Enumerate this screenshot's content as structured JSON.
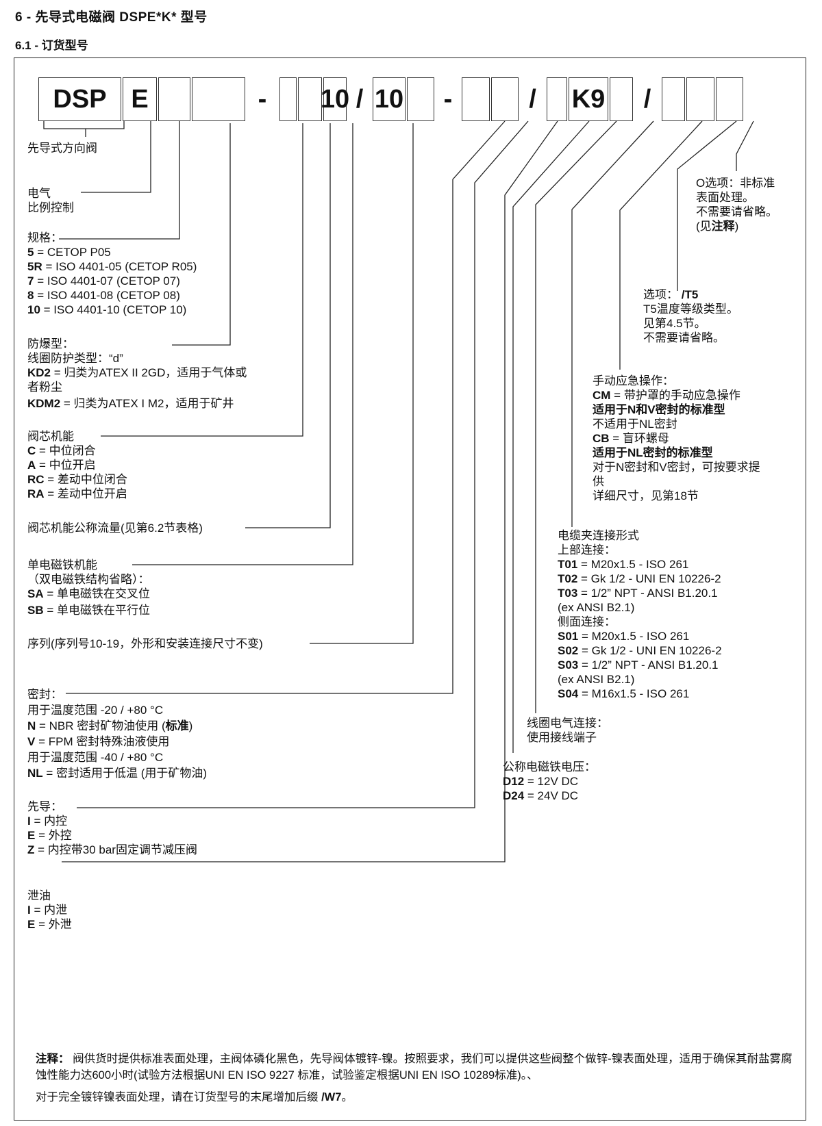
{
  "header": {
    "title": "6 - 先导式电磁阀  DSPE*K*  型号",
    "subtitle": "6.1 - 订货型号"
  },
  "code_boxes": [
    {
      "text": "DSP"
    },
    {
      "text": "E"
    },
    {
      "text": ""
    },
    {
      "text": ""
    },
    {
      "text": ""
    },
    {
      "text": ""
    },
    {
      "text": "10"
    },
    {
      "text": ""
    },
    {
      "text": ""
    },
    {
      "text": ""
    },
    {
      "text": "K9"
    },
    {
      "text": ""
    },
    {
      "text": ""
    },
    {
      "text": ""
    },
    {
      "text": ""
    }
  ],
  "code_separators": [
    "-",
    "/",
    "-",
    "/",
    "/"
  ],
  "left_blocks": {
    "pilot_valve": {
      "lines": [
        "先导式方向阀"
      ]
    },
    "electric": {
      "lines": [
        "电气",
        "比例控制"
      ]
    },
    "size": {
      "heading": "规格：",
      "items": [
        {
          "code": "5",
          "text": " = CETOP P05"
        },
        {
          "code": "5R",
          "text": " = ISO 4401-05 (CETOP R05)"
        },
        {
          "code": "7",
          "text": " = ISO 4401-07 (CETOP 07)"
        },
        {
          "code": "8",
          "text": " = ISO 4401-08 (CETOP 08)"
        },
        {
          "code": "10",
          "text": " = ISO 4401-10 (CETOP 10)"
        }
      ]
    },
    "explosion": {
      "heading": "防爆型：",
      "line2": "线圈防护类型：“d”",
      "kd2_code": "KD2",
      "kd2_text": " = 归类为ATEX II 2GD，适用于气体或",
      "kd2_text2": "者粉尘",
      "kdm2_code": "KDM2",
      "kdm2_text": " = 归类为ATEX I M2，适用于矿井"
    },
    "spool": {
      "heading": "阀芯机能",
      "items": [
        {
          "code": "C",
          "text": " = 中位闭合"
        },
        {
          "code": "A",
          "text": " = 中位开启"
        },
        {
          "code": "RC",
          "text": " = 差动中位闭合"
        },
        {
          "code": "RA",
          "text": " = 差动中位开启"
        }
      ]
    },
    "flow": {
      "lines": [
        "阀芯机能公称流量(见第6.2节表格)"
      ]
    },
    "solenoid": {
      "heading": "单电磁铁机能",
      "line2": "（双电磁铁结构省略）：",
      "items": [
        {
          "code": "SA",
          "text": " = 单电磁铁在交叉位"
        },
        {
          "code": "SB",
          "text": " = 单电磁铁在平行位"
        }
      ]
    },
    "series": {
      "lines": [
        "序列(序列号10-19，外形和安装连接尺寸不变)"
      ]
    },
    "seal": {
      "heading": "密封：",
      "line2": "用于温度范围 -20 / +80 °C",
      "n_code": "N",
      "n_text": " = NBR 密封矿物油使用 (",
      "n_std": "标准",
      "n_end": ")",
      "v_code": "V",
      "v_text": " = FPM 密封特殊油液使用",
      "line5": "用于温度范围 -40 / +80 °C",
      "nl_code": "NL",
      "nl_text": " = 密封适用于低温 (用于矿物油)"
    },
    "pilot": {
      "heading": "先导：",
      "items": [
        {
          "code": "I",
          "text": " = 内控"
        },
        {
          "code": "E",
          "text": " = 外控"
        },
        {
          "code": "Z",
          "text": " = 内控带30 bar固定调节减压阀"
        }
      ]
    },
    "drain": {
      "heading": "泄油",
      "items": [
        {
          "code": "I",
          "text": " = 内泄"
        },
        {
          "code": "E",
          "text": " = 外泄"
        }
      ]
    }
  },
  "right_blocks": {
    "option_o": {
      "line1": "O选项：非标准",
      "line2": "表面处理。",
      "line3": "不需要请省略。",
      "line4a": "(见",
      "line4b": "注释",
      "line4c": ")"
    },
    "option_t5": {
      "line1a": "选项：",
      "line1b": "/T5",
      "line2": "T5温度等级类型。",
      "line3": "见第4.5节。",
      "line4": "不需要请省略。"
    },
    "manual": {
      "heading": "手动应急操作：",
      "cm_code": "CM",
      "cm_text": " = 带护罩的手动应急操作",
      "cm_note_a": "适用于",
      "cm_note_b": "N",
      "cm_note_c": "和",
      "cm_note_d": "V",
      "cm_note_e": "密封的标准型",
      "cm_na": "不适用于NL密封",
      "cb_code": "CB",
      "cb_text": " = 盲环螺母",
      "cb_note_a": "适用于",
      "cb_note_b": "NL",
      "cb_note_c": "密封的标准型",
      "cb_l1": "对于N密封和V密封，可按要求提",
      "cb_l2": "供",
      "cb_l3": "详细尺寸，见第18节"
    },
    "cable": {
      "heading": "电缆夹连接形式",
      "top": "上部连接：",
      "top_items": [
        {
          "code": "T01",
          "text": " = M20x1.5 - ISO 261"
        },
        {
          "code": "T02",
          "text": " = Gk 1/2 - UNI EN 10226-2"
        },
        {
          "code": "T03",
          "text": " = 1/2” NPT - ANSI B1.20.1"
        }
      ],
      "top_ex": "(ex ANSI B2.1)",
      "side": "侧面连接：",
      "side_items": [
        {
          "code": "S01",
          "text": " = M20x1.5 - ISO 261"
        },
        {
          "code": "S02",
          "text": " = Gk 1/2 - UNI EN 10226-2"
        },
        {
          "code": "S03",
          "text": " = 1/2” NPT - ANSI B1.20.1"
        }
      ],
      "side_ex": "(ex ANSI B2.1)",
      "s04_code": "S04",
      "s04_text": " = M16x1.5 - ISO 261"
    },
    "coil": {
      "lines": [
        "线圈电气连接：",
        "使用接线端子"
      ]
    },
    "voltage": {
      "heading": "公称电磁铁电压：",
      "items": [
        {
          "code": "D12",
          "text": " = 12V DC"
        },
        {
          "code": "D24",
          "text": " = 24V DC"
        }
      ]
    }
  },
  "note": {
    "label": "注释：",
    "p1": " 阀供货时提供标准表面处理，主阀体磷化黑色，先导阀体镀锌-镍。按照要求，我们可以提供这些阀整个做锌-镍表面处理，适用于确保其耐盐雾腐蚀性能力达600小时(试验方法根据UNI EN ISO 9227 标准，试验鉴定根据UNI EN ISO 10289标准)。、",
    "p2a": "对于完全镀锌镍表面处理，请在订货型号的末尾增加后缀 ",
    "p2b": "/W7",
    "p2c": "。"
  }
}
